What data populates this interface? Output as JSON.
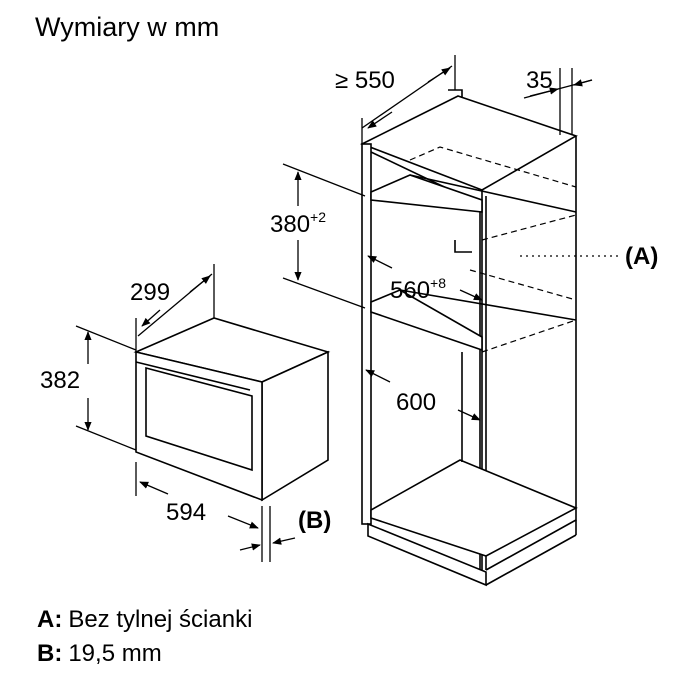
{
  "title": "Wymiary w mm",
  "dimensions": {
    "cabinet_depth": "≥ 550",
    "cabinet_side": "35",
    "niche_height": "380",
    "niche_height_tol": "+2",
    "niche_width": "560",
    "niche_width_tol": "+8",
    "cabinet_width": "600",
    "appliance_depth": "299",
    "appliance_height": "382",
    "appliance_width": "594"
  },
  "callouts": {
    "a": "(A)",
    "b": "(B)"
  },
  "legend": [
    {
      "key": "A:",
      "text": "Bez tylnej ścianki"
    },
    {
      "key": "B:",
      "text": "19,5 mm"
    }
  ]
}
